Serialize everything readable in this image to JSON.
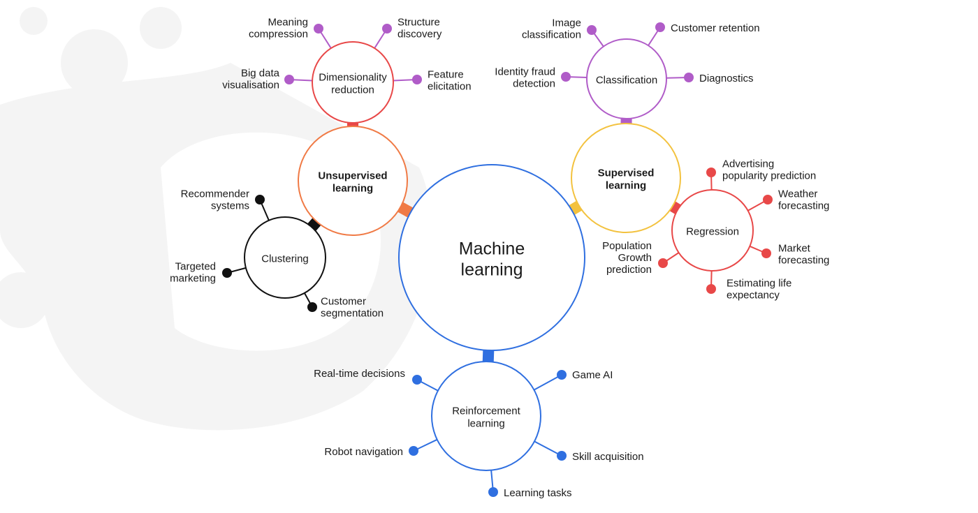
{
  "colors": {
    "main": "#2f6fe0",
    "unsupervised": "#f07a45",
    "dimensionality": "#e84848",
    "supervised": "#f3c23f",
    "classification": "#b05cc8",
    "regression": "#e84848",
    "clustering": "#111111",
    "reinforcement": "#2f6fe0",
    "background_shape": "#f4f4f4"
  },
  "center": {
    "label_lines": [
      "Machine",
      "learning"
    ]
  },
  "nodes": {
    "unsupervised": {
      "label_lines": [
        "Unsupervised",
        "learning"
      ]
    },
    "dimensionality": {
      "label_lines": [
        "Dimensionality",
        "reduction"
      ]
    },
    "clustering": {
      "label_lines": [
        "Clustering"
      ]
    },
    "supervised": {
      "label_lines": [
        "Supervised",
        "learning"
      ]
    },
    "classification": {
      "label_lines": [
        "Classification"
      ]
    },
    "regression": {
      "label_lines": [
        "Regression"
      ]
    },
    "reinforcement": {
      "label_lines": [
        "Reinforcement",
        "learning"
      ]
    }
  },
  "leaves": {
    "meaning_compression": [
      "Meaning",
      "compression"
    ],
    "structure_discovery": [
      "Structure",
      "discovery"
    ],
    "big_data_visualisation": [
      "Big data",
      "visualisation"
    ],
    "feature_elicitation": [
      "Feature",
      "elicitation"
    ],
    "image_classification": [
      "Image",
      "classification"
    ],
    "customer_retention": [
      "Customer retention"
    ],
    "identity_fraud_detection": [
      "Identity fraud",
      "detection"
    ],
    "diagnostics": [
      "Diagnostics"
    ],
    "advertising_popularity": [
      "Advertising",
      "popularity prediction"
    ],
    "weather_forecasting": [
      "Weather",
      "forecasting"
    ],
    "market_forecasting": [
      "Market",
      "forecasting"
    ],
    "estimating_life": [
      "Estimating life",
      "expectancy"
    ],
    "population_growth": [
      "Population",
      "Growth",
      "prediction"
    ],
    "recommender_systems": [
      "Recommender",
      "systems"
    ],
    "targeted_marketing": [
      "Targeted",
      "marketing"
    ],
    "customer_segmentation": [
      "Customer",
      "segmentation"
    ],
    "real_time_decisions": [
      "Real-time decisions"
    ],
    "game_ai": [
      "Game AI"
    ],
    "robot_navigation": [
      "Robot navigation"
    ],
    "skill_acquisition": [
      "Skill acquisition"
    ],
    "learning_tasks": [
      "Learning tasks"
    ]
  }
}
